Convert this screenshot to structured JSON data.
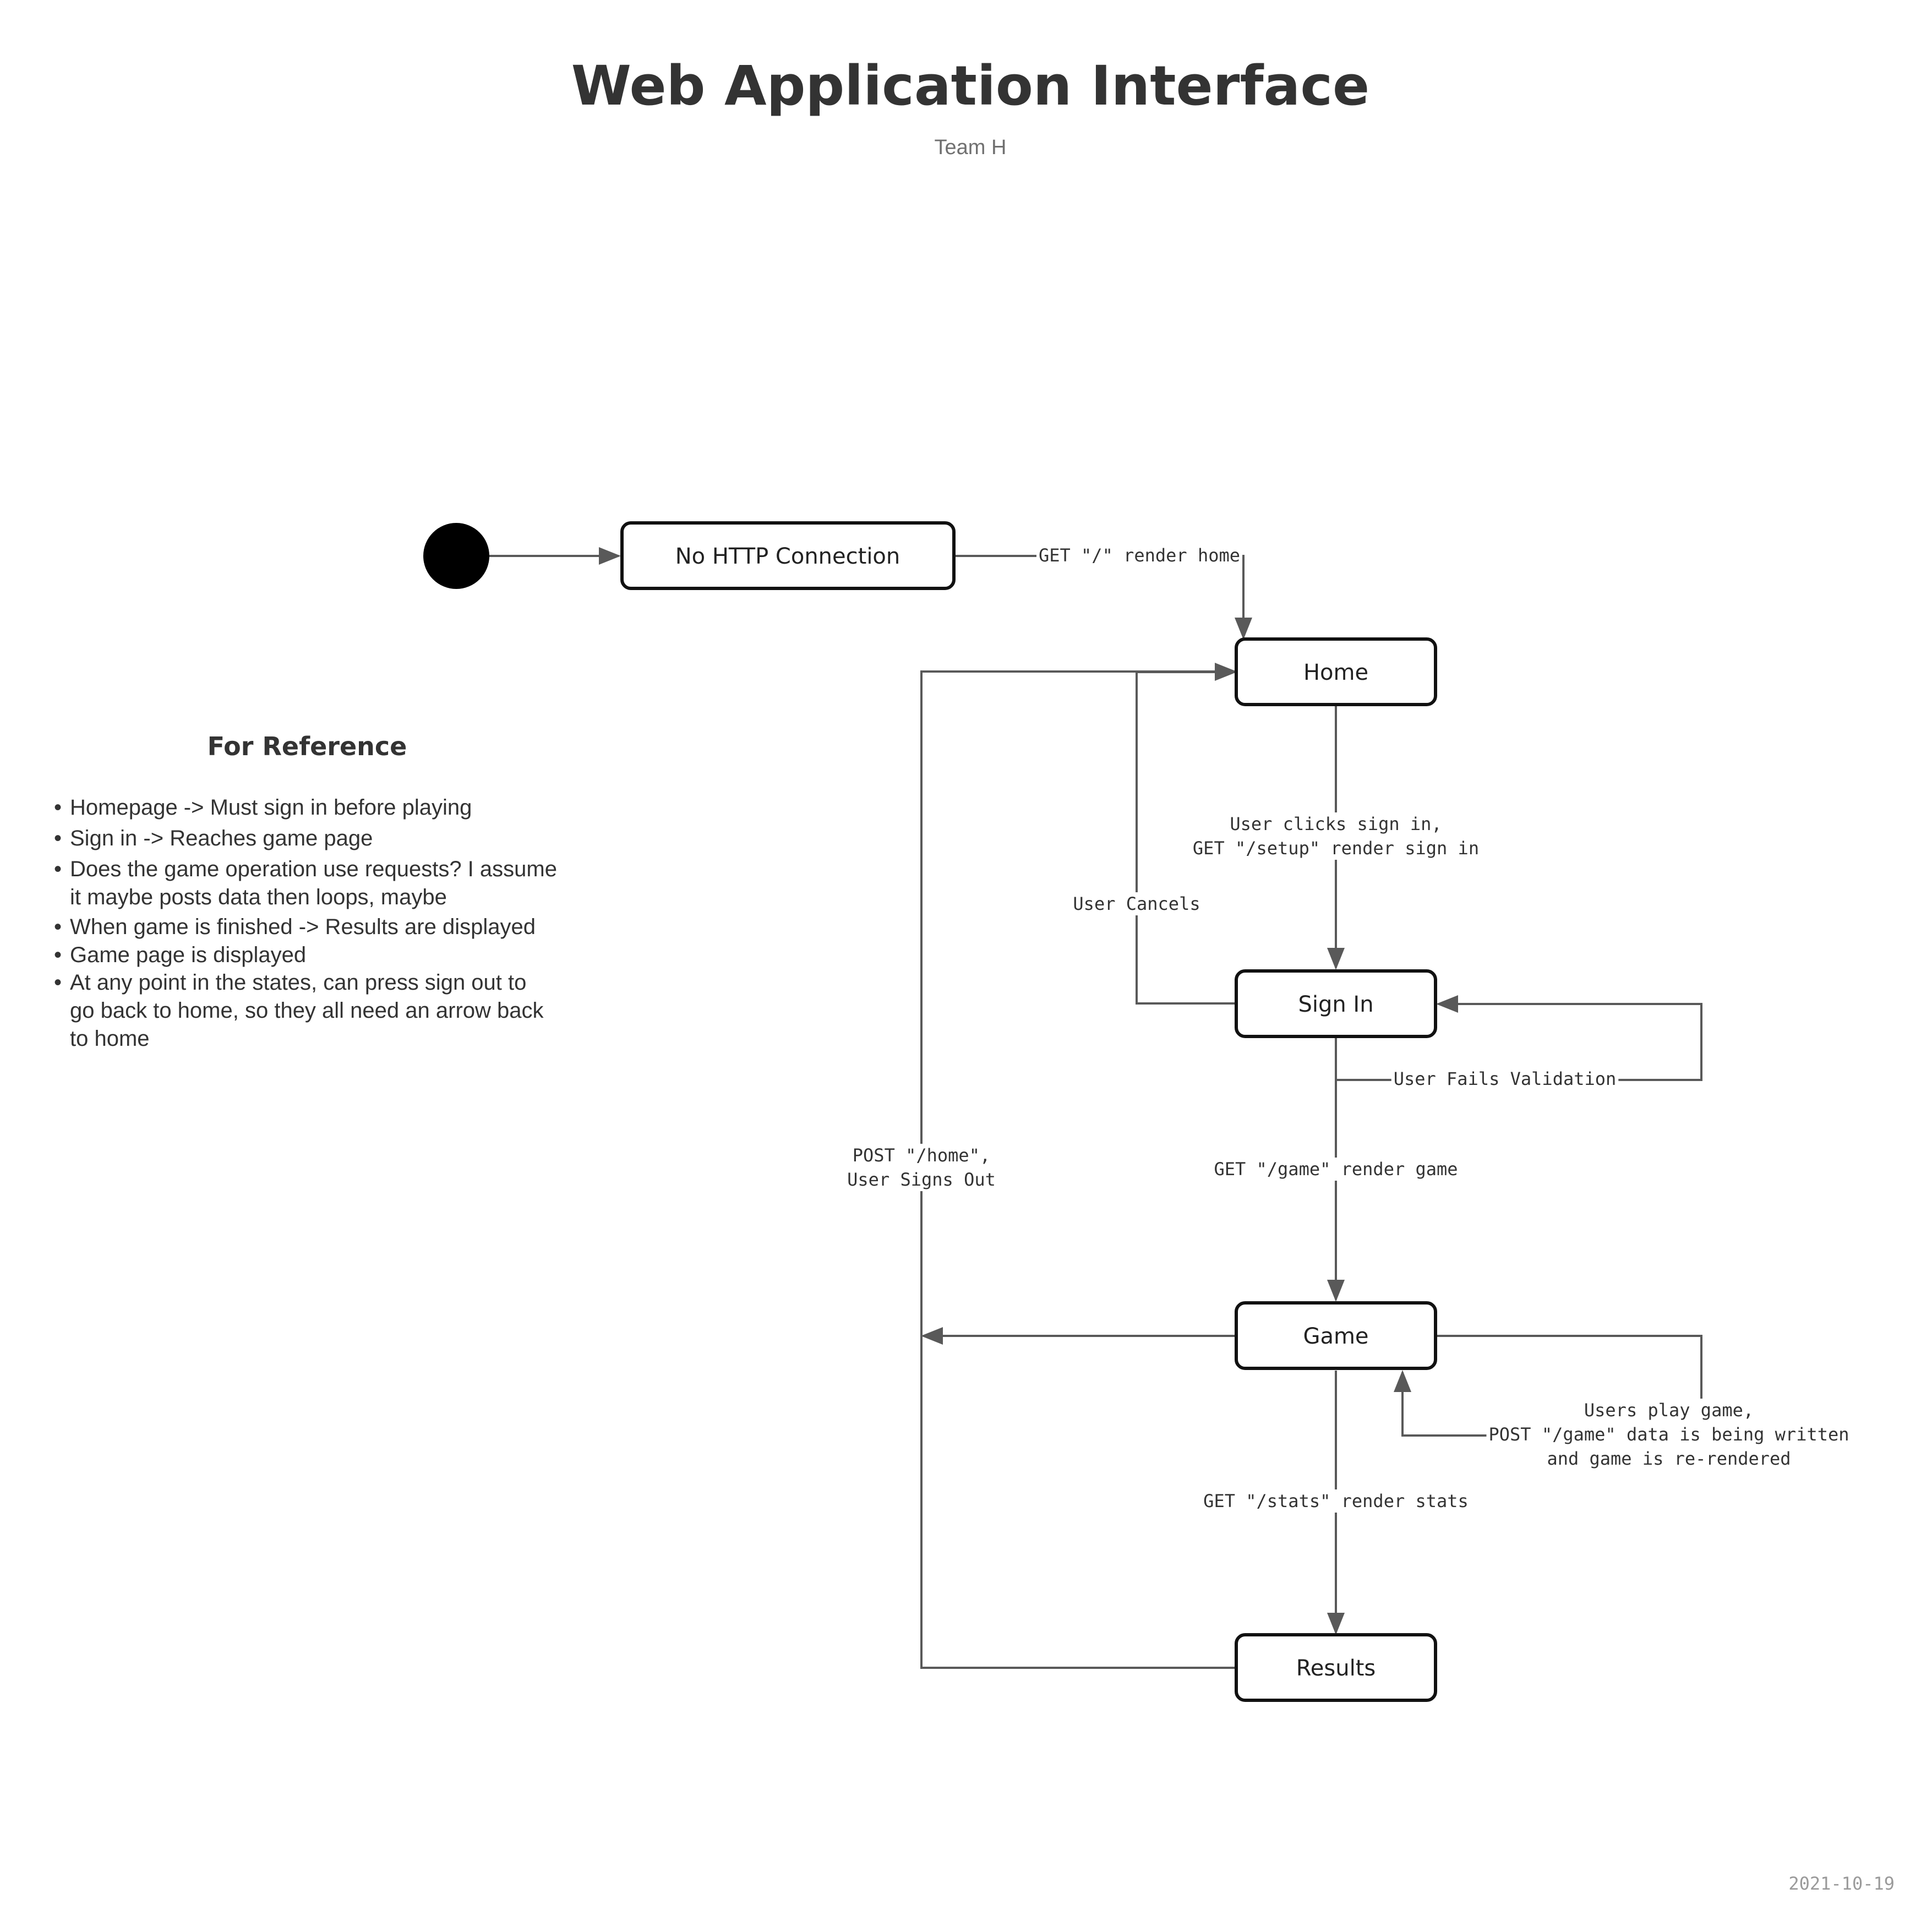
{
  "header": {
    "title": "Web Application Interface",
    "subtitle": "Team H"
  },
  "nodes": {
    "no_http": "No HTTP Connection",
    "home": "Home",
    "sign_in": "Sign In",
    "game": "Game",
    "results": "Results"
  },
  "edges": {
    "get_root": [
      "GET \"/\" render home"
    ],
    "sign_in_click": [
      "User clicks sign in,",
      "GET \"/setup\" render sign in"
    ],
    "user_cancels": [
      "User Cancels"
    ],
    "fails_validation": [
      "User Fails Validation"
    ],
    "get_game": [
      "GET \"/game\" render game"
    ],
    "sign_out": [
      "POST \"/home\",",
      "User Signs Out"
    ],
    "play_game": [
      "Users play game,",
      "POST \"/game\" data is being written",
      "and game is re-rendered"
    ],
    "get_stats": [
      "GET \"/stats\" render stats"
    ]
  },
  "reference": {
    "title": "For Reference",
    "items": [
      [
        "Homepage -> Must sign in before playing"
      ],
      [
        "Sign in -> Reaches game page"
      ],
      [
        "Does the game operation use requests? I assume",
        "it maybe posts data then loops, maybe"
      ],
      [
        "When game is finished -> Results are displayed"
      ],
      [
        "Game page is displayed"
      ],
      [
        "At any point in the states, can press sign out to",
        "go back to home, so they all need an arrow back",
        "to home"
      ]
    ]
  },
  "footer": {
    "date": "2021-10-19"
  },
  "colors": {
    "edge": "#595959",
    "node_stroke": "#111111",
    "start_node": "#000000",
    "title": "#333333"
  }
}
